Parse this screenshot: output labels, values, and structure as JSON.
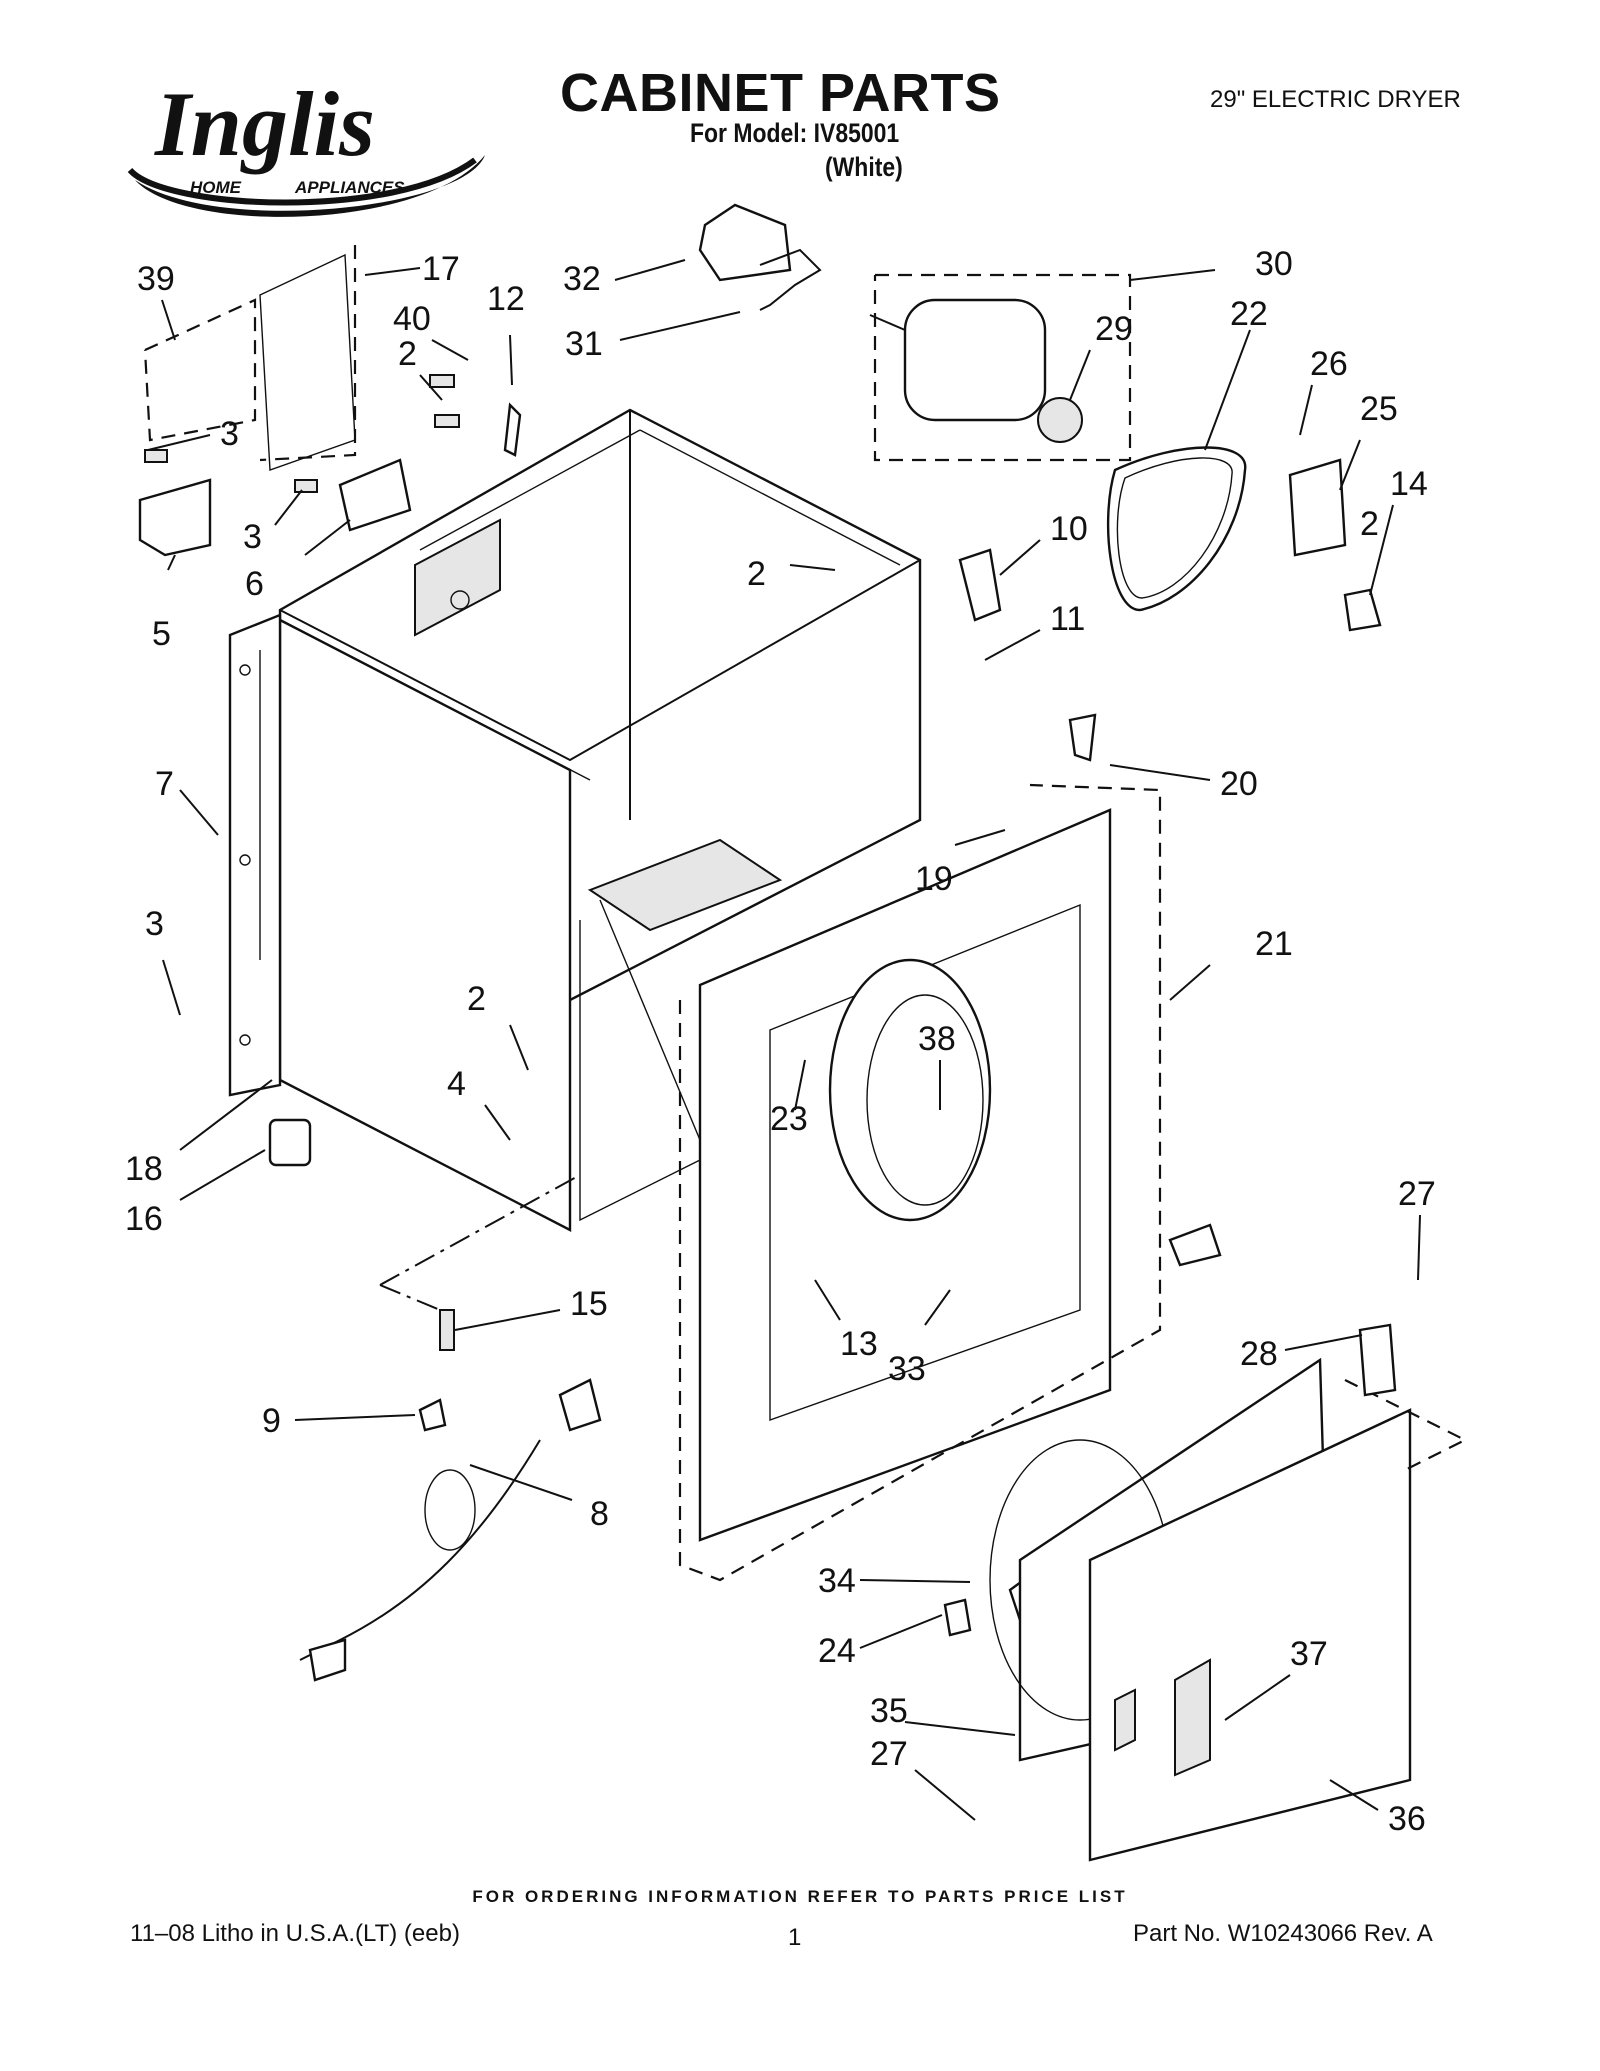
{
  "header": {
    "brand": "Inglis",
    "brand_sub_left": "HOME",
    "brand_sub_right": "APPLIANCES",
    "title": "CABINET PARTS",
    "model": "For Model: IV85001",
    "variant": "(White)",
    "product": "29\" ELECTRIC DRYER"
  },
  "callouts": [
    "39",
    "17",
    "40",
    "12",
    "2",
    "2",
    "3",
    "3",
    "6",
    "5",
    "7",
    "3",
    "2",
    "4",
    "18",
    "16",
    "15",
    "9",
    "8",
    "32",
    "31",
    "30",
    "29",
    "22",
    "26",
    "25",
    "14",
    "10",
    "2",
    "11",
    "20",
    "19",
    "21",
    "38",
    "23",
    "13",
    "33",
    "27",
    "28",
    "34",
    "24",
    "35",
    "27",
    "37",
    "36"
  ],
  "footer": {
    "ordering_note": "FOR ORDERING INFORMATION REFER TO PARTS PRICE LIST",
    "litho": "11–08 Litho in U.S.A.(LT) (eeb)",
    "page_number": "1",
    "part_number": "Part No. W10243066 Rev. A"
  }
}
